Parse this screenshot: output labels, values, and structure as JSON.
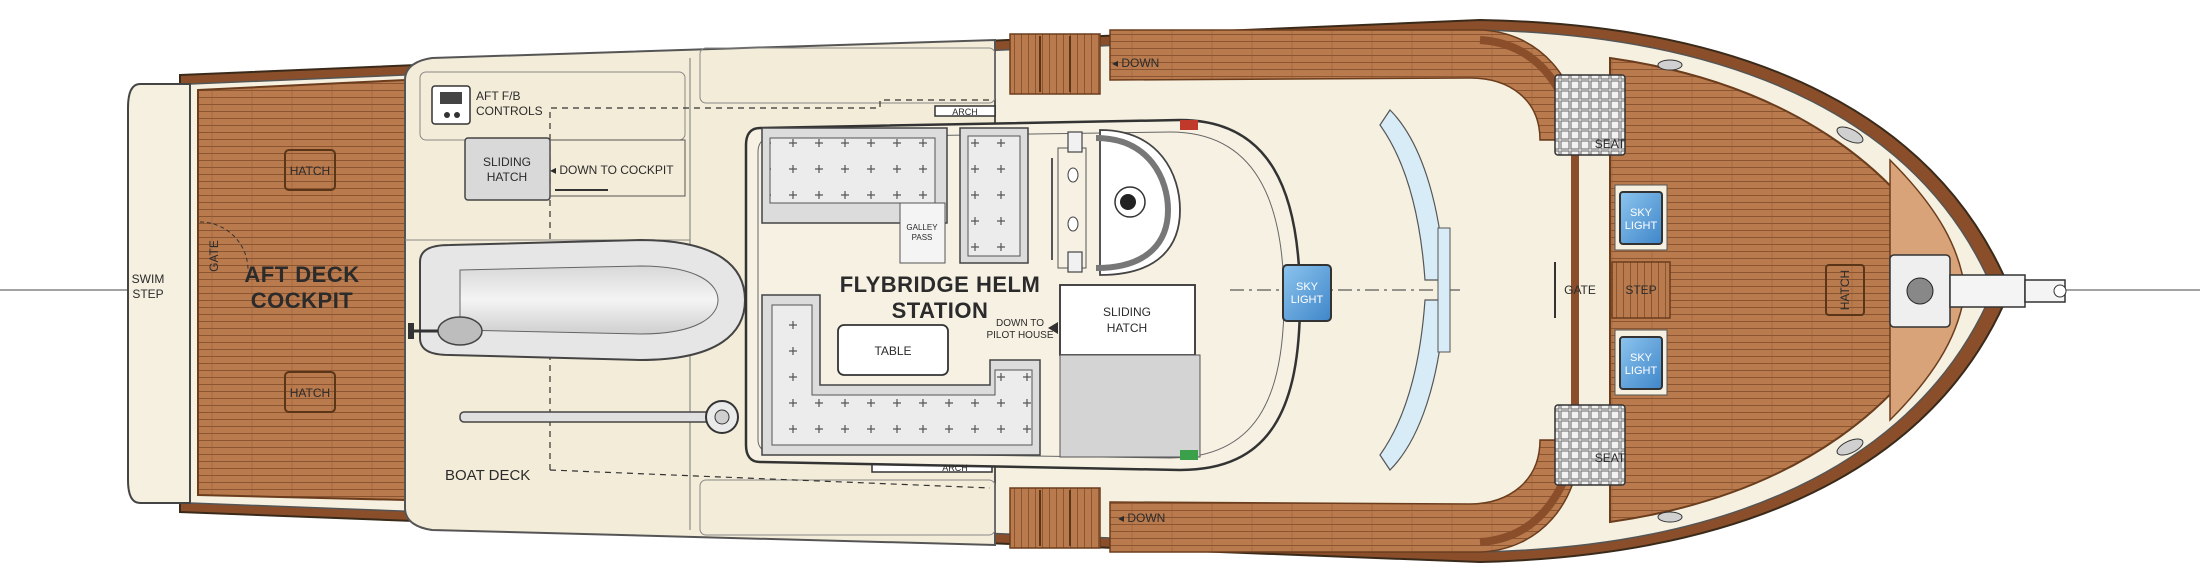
{
  "labels": {
    "swim_step": [
      "SWIM",
      "STEP"
    ],
    "gate_aft": "GATE",
    "aft_deck_cockpit": [
      "AFT DECK",
      "COCKPIT"
    ],
    "hatch": "HATCH",
    "aft_fb_controls": [
      "AFT F/B",
      "CONTROLS"
    ],
    "sliding_hatch_aft": [
      "SLIDING",
      "HATCH"
    ],
    "down_to_cockpit": "◂ DOWN TO COCKPIT",
    "boat_deck": "BOAT DECK",
    "arch": "ARCH",
    "galley_pass": [
      "GALLEY",
      "PASS"
    ],
    "flybridge_helm": [
      "FLYBRIDGE HELM",
      "STATION"
    ],
    "table": "TABLE",
    "down_to_pilot_house": [
      "DOWN TO",
      "PILOT HOUSE"
    ],
    "sliding_hatch_helm": [
      "SLIDING",
      "HATCH"
    ],
    "down": "◂ DOWN",
    "sky_light": [
      "SKY",
      "LIGHT"
    ],
    "gate_fwd": "GATE",
    "step": "STEP",
    "seat": "SEAT",
    "hatch_fwd": "HATCH"
  },
  "colors": {
    "teak": "#b5764a",
    "teak_dark": "#8a4f2a",
    "hull": "#f5f0e0",
    "deck_cream": "#f3ecd8",
    "outline": "#4a4a4a",
    "sky_blue": "#5c9dd6",
    "cushion": "#e8e8e8"
  }
}
